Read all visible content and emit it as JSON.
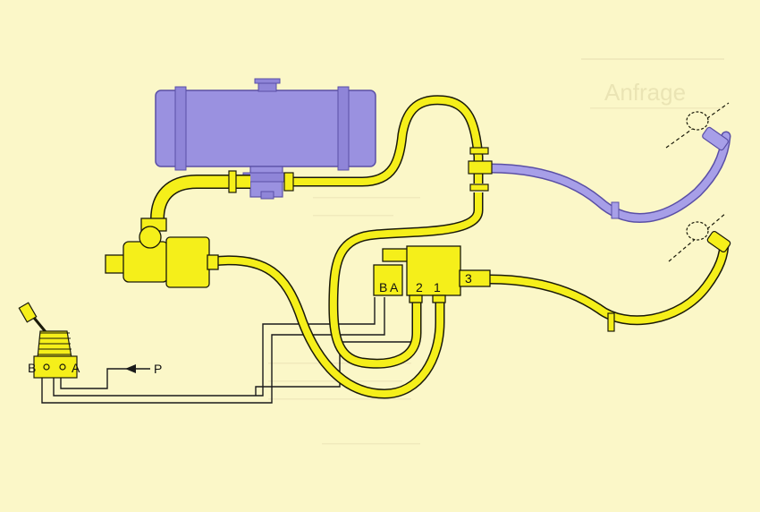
{
  "diagram": {
    "colors": {
      "background": "#fbf7c8",
      "hose": "#f5ef1a",
      "hose_stroke": "#1a1a0a",
      "tank": "#9a91e0",
      "tank_stroke": "#5a4fa6",
      "line": "#1a1a1a"
    },
    "joystick": {
      "port_b": "B",
      "port_a": "A",
      "supply": "P"
    },
    "control_valve": {
      "port_b": "B",
      "port_a": "A",
      "port_2": "2",
      "port_1": "1",
      "port_3": "3"
    }
  }
}
